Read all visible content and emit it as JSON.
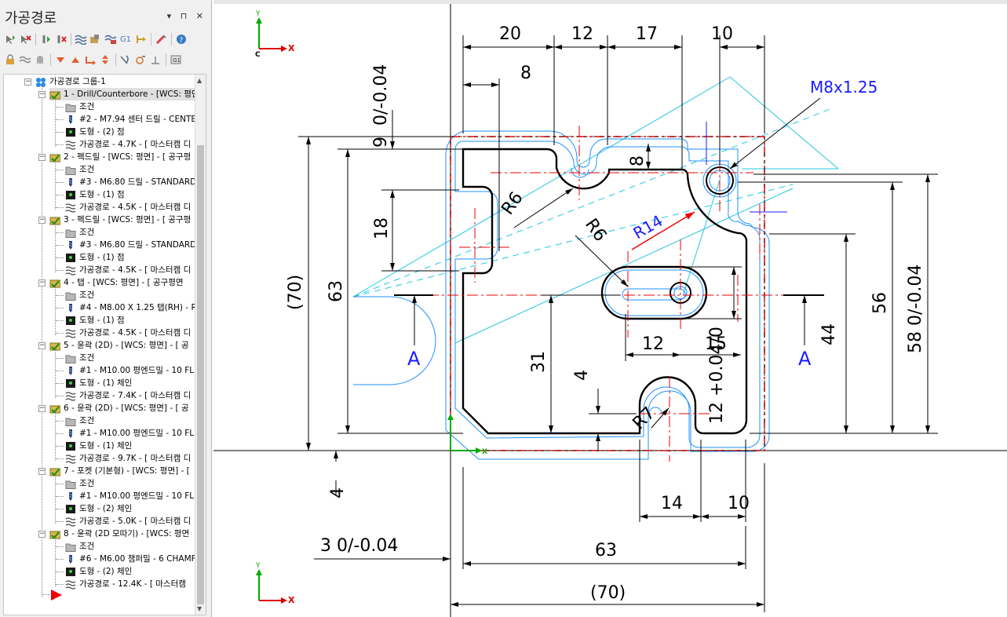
{
  "panel": {
    "title": "가공경로",
    "controls": "▾ ⊓ ✕"
  },
  "tree": {
    "group": "가공경로 그룹-1",
    "ops": [
      {
        "label": "1 - Drill/Counterbore - [WCS: 평면]",
        "tool": "#2 - M7.94 센터 드릴 - CENTER",
        "geom": "도형 - (2) 점",
        "path": "가공경로 - 4.7K - [ 마스터캠 디"
      },
      {
        "label": "2 - 펙드릴 - [WCS: 평면] - [ 공구평",
        "tool": "#3 - M6.80 드릴 - STANDARD",
        "geom": "도형 - (1) 점",
        "path": "가공경로 - 4.5K - [ 마스터캠 디"
      },
      {
        "label": "3 - 펙드릴 - [WCS: 평면] - [ 공구평",
        "tool": "#3 - M6.80 드릴 - STANDARD",
        "geom": "도형 - (1) 점",
        "path": "가공경로 - 4.5K - [ 마스터캠 디"
      },
      {
        "label": "4 - 탭 - [WCS: 평면] - [ 공구평면",
        "tool": "#4 - M8.00 X 1.25 탭(RH) - R",
        "geom": "도형 - (1) 점",
        "path": "가공경로 - 4.5K - [ 마스터캠 디"
      },
      {
        "label": "5 - 윤곽 (2D) - [WCS: 평면] - [ 공",
        "tool": "#1 - M10.00 평엔드밀 - 10 FL",
        "geom": "도형 - (1) 체인",
        "path": "가공경로 - 7.4K - [ 마스터캠 디"
      },
      {
        "label": "6 - 윤곽 (2D) - [WCS: 평면] - [ 공",
        "tool": "#1 - M10.00 평엔드밀 - 10 FL",
        "geom": "도형 - (1) 체인",
        "path": "가공경로 - 9.7K - [ 마스터캠 디"
      },
      {
        "label": "7 - 포켓 (기본형) - [WCS: 평면] - [",
        "tool": "#1 - M10.00 평엔드밀 - 10 FL",
        "geom": "도형 - (2) 체인",
        "path": "가공경로 - 5.0K - [ 마스터캠 디"
      },
      {
        "label": "8 - 윤곽 (2D 모따기) - [WCS: 평면",
        "tool": "#6 - M6.00 챔퍼밀 - 6 CHAMF",
        "geom": "도형 - (2) 체인",
        "path": "가공경로 - 12.4K - [ 마스터캠"
      }
    ],
    "cond": "조건"
  },
  "drawing": {
    "dims": {
      "d20": "20",
      "d12a": "12",
      "d17": "17",
      "d10a": "10",
      "d8a": "8",
      "tol_left": "0/-0.04",
      "d9": "9",
      "d18": "18",
      "d8b": "8",
      "r6a": "R6",
      "r6b": "R6",
      "r14": "R14",
      "m8": "M8x1.25",
      "d70v": "(70)",
      "d63v": "63",
      "d31": "31",
      "d4a": "4",
      "d12b": "12",
      "d15": "15",
      "tol12": "12 +0.04/0",
      "r7": "R7",
      "d44": "44",
      "d56": "56",
      "tol58": "58 0/-0.04",
      "secA_left": "A",
      "secA_right": "A",
      "d14": "14",
      "d10b": "10",
      "d4b": "4",
      "tol3": "3  0/-0.04",
      "d63h": "63",
      "d70h": "(70)"
    },
    "axes": {
      "y": "Y",
      "x": "X",
      "c": "C"
    }
  },
  "colors": {
    "contour": "#000000",
    "toolpath": "#1e90ff",
    "center": "#e60000",
    "dim": "#000000",
    "blue": "#1a1aff",
    "selection": "#ff0000"
  }
}
